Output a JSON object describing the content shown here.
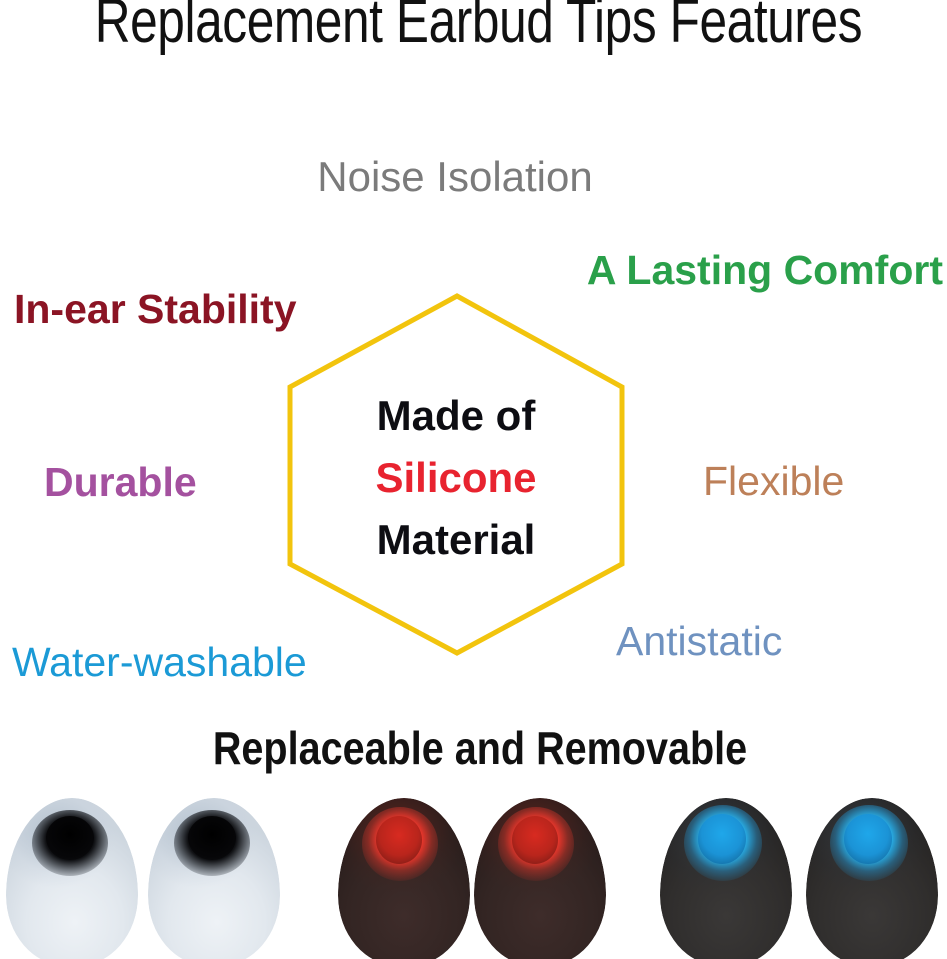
{
  "page": {
    "title": "Replacement Earbud Tips Features",
    "background_color": "#ffffff"
  },
  "hexagon": {
    "stroke_color": "#f2c40d",
    "line_1": "Made of",
    "line_2": "Silicone",
    "line_3": "Material",
    "line_1_color": "#0d0d12",
    "line_2_color": "#e8232f",
    "line_3_color": "#0d0d12"
  },
  "features": [
    {
      "id": "noise-isolation",
      "label": "Noise Isolation",
      "color": "#7b7b7b",
      "weight": "regular"
    },
    {
      "id": "lasting-comfort",
      "label": "A Lasting Comfort",
      "color": "#2aa04a",
      "weight": "semibold"
    },
    {
      "id": "in-ear-stability",
      "label": "In-ear Stability",
      "color": "#8b1424",
      "weight": "bold"
    },
    {
      "id": "durable",
      "label": "Durable",
      "color": "#a4519f",
      "weight": "bold"
    },
    {
      "id": "flexible",
      "label": "Flexible",
      "color": "#bd8059",
      "weight": "regular"
    },
    {
      "id": "antistatic",
      "label": "Antistatic",
      "color": "#6f92c0",
      "weight": "regular"
    },
    {
      "id": "water-washable",
      "label": "Water-washable",
      "color": "#1b9ad6",
      "weight": "regular"
    },
    {
      "id": "replaceable",
      "label": "Replaceable and Removable",
      "color": "#111111",
      "weight": "bold"
    }
  ],
  "earbud_tips": [
    {
      "id": "tip-clear-left",
      "variant": "clear",
      "body_color": "#e6ecf2",
      "core_color": "#0b0b0d"
    },
    {
      "id": "tip-clear-right",
      "variant": "clear",
      "body_color": "#e6ecf2",
      "core_color": "#0b0b0d"
    },
    {
      "id": "tip-red-left",
      "variant": "red",
      "body_color": "#2d2020",
      "core_color": "#f0372c"
    },
    {
      "id": "tip-red-right",
      "variant": "red",
      "body_color": "#2d2020",
      "core_color": "#f0372c"
    },
    {
      "id": "tip-blue-left",
      "variant": "blue",
      "body_color": "#2e2c2b",
      "core_color": "#27b3ef"
    },
    {
      "id": "tip-blue-right",
      "variant": "blue",
      "body_color": "#2e2c2b",
      "core_color": "#27b3ef"
    }
  ]
}
